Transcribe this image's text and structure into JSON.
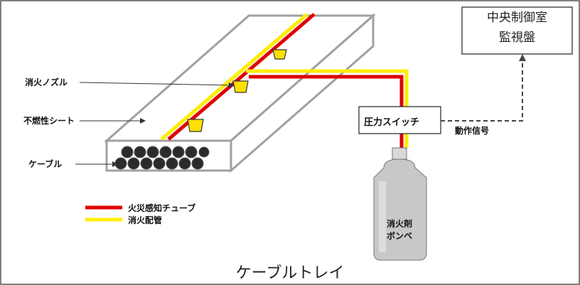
{
  "labels": {
    "nozzle": "消火ノズル",
    "sheet": "不燃性シート",
    "cable": "ケーブル",
    "pressure_switch": "圧力スイッチ",
    "signal": "動作信号",
    "control_room_line1": "中央制御室",
    "control_room_line2": "監視盤",
    "cylinder_line1": "消火剤",
    "cylinder_line2": "ボンベ",
    "caption": "ケーブルトレイ"
  },
  "legend": [
    {
      "label": "火災感知チューブ",
      "color": "#e00000"
    },
    {
      "label": "消火配管",
      "color": "#ffee00"
    }
  ],
  "colors": {
    "tray_outline": "#a0a0a0",
    "cable": "#2b2b2b",
    "nozzle": "#ffe000",
    "detection_tube": "#e00000",
    "extinguishing_pipe": "#ffee00",
    "cylinder": "#c8c8c8"
  }
}
